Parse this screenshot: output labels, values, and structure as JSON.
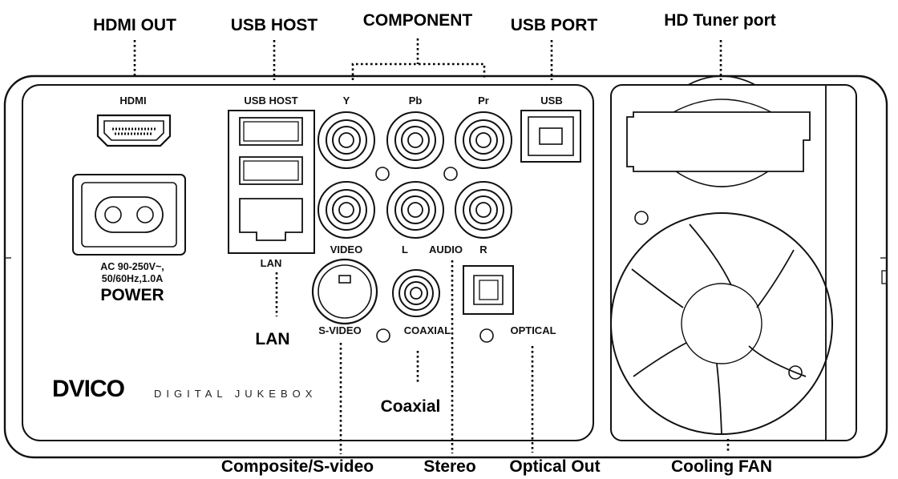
{
  "callouts": {
    "hdmi_out": "HDMI OUT",
    "usb_host": "USB HOST",
    "component": "COMPONENT",
    "usb_port": "USB PORT",
    "hd_tuner_port": "HD Tuner port",
    "power": "POWER",
    "lan": "LAN",
    "coaxial": "Coaxial",
    "composite_svideo": "Composite/S-video",
    "stereo": "Stereo",
    "optical_out": "Optical Out",
    "cooling_fan": "Cooling FAN"
  },
  "panel_labels": {
    "hdmi": "HDMI",
    "usb_host": "USB HOST",
    "y": "Y",
    "pb": "Pb",
    "pr": "Pr",
    "usb": "USB",
    "video": "VIDEO",
    "l": "L",
    "audio": "AUDIO",
    "r": "R",
    "lan": "LAN",
    "svideo": "S-VIDEO",
    "coaxial": "COAXIAL",
    "optical": "OPTICAL",
    "power_spec_line1": "AC 90-250V~,",
    "power_spec_line2": "50/60Hz,1.0A"
  },
  "branding": {
    "logo": "DVICO",
    "tagline": "DIGITAL JUKEBOX"
  }
}
